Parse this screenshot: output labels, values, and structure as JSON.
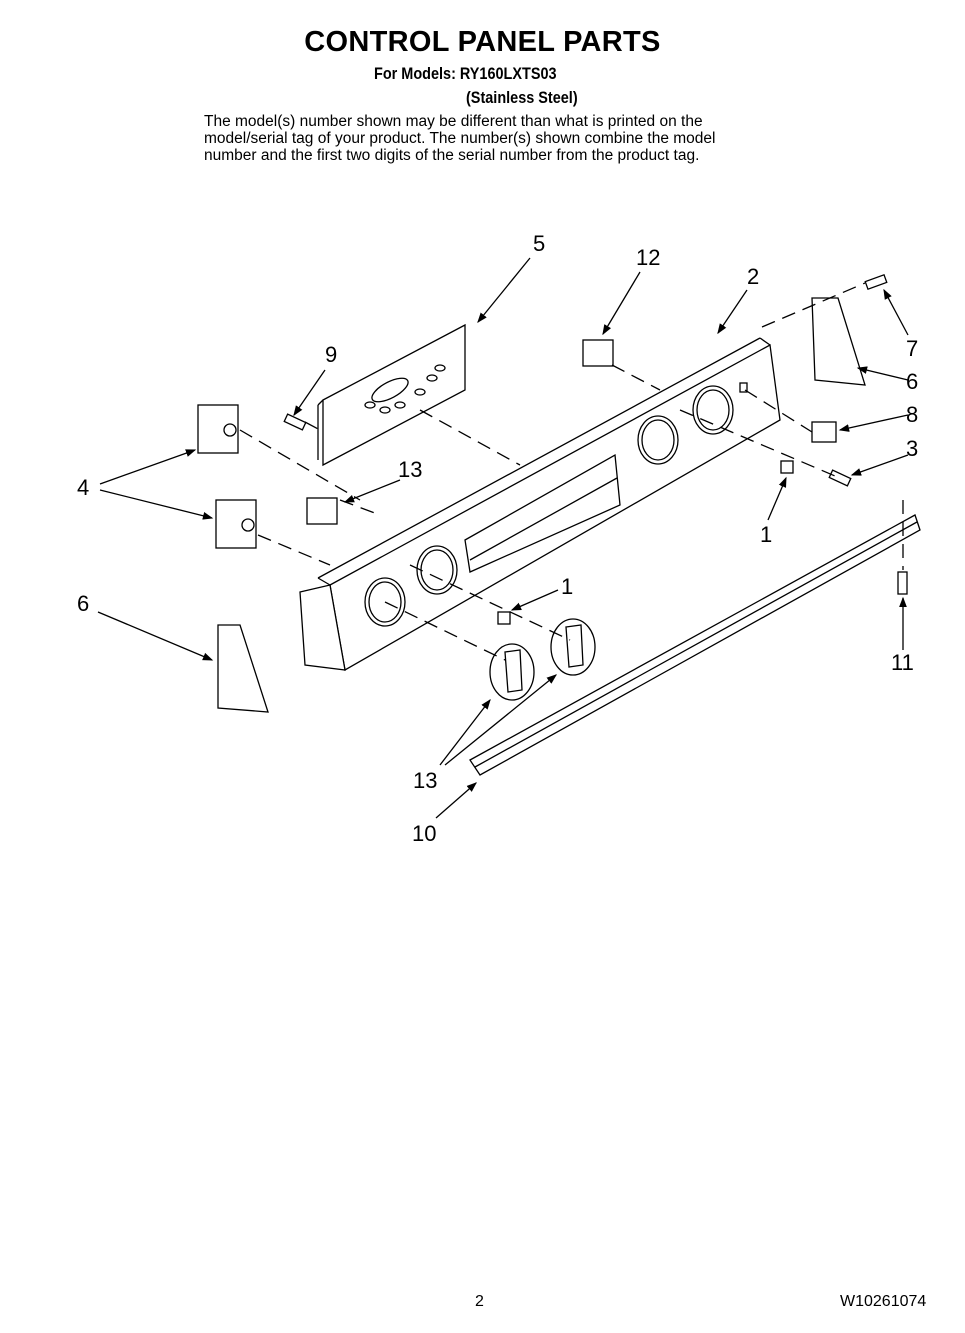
{
  "header": {
    "title": "CONTROL PANEL PARTS",
    "models_line": "For Models: RY160LXTS03",
    "finish": "(Stainless Steel)",
    "note_lines": [
      "The model(s) number shown may be different than what is printed on the",
      "model/serial tag of your product. The number(s) shown combine the model",
      "number and the first two digits of the serial number from the product tag."
    ]
  },
  "callouts": [
    "5",
    "12",
    "2",
    "9",
    "7",
    "6",
    "8",
    "3",
    "4",
    "13",
    "1",
    "1",
    "6",
    "11",
    "13",
    "10"
  ],
  "footer": {
    "page_number": "2",
    "document_number": "W10261074"
  }
}
